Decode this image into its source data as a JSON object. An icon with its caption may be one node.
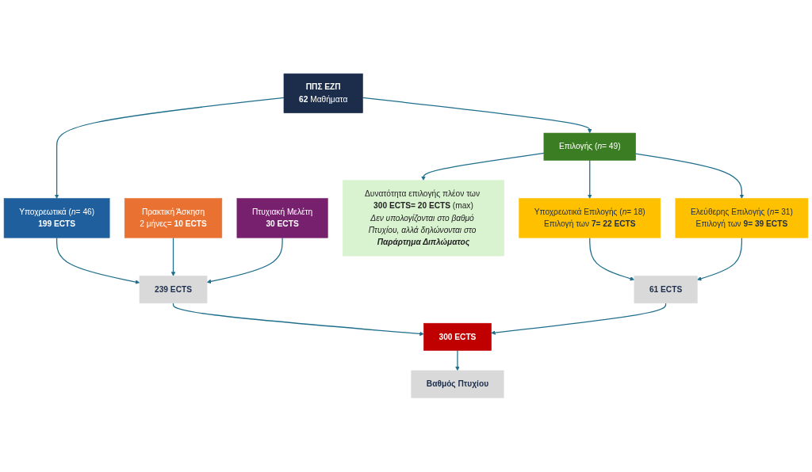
{
  "diagram": {
    "nodes": [
      {
        "text": [
          "ΠΠΣ ΕΖΠ",
          "**62** Μαθήματα"
        ]
      },
      {
        "text": [
          "Υποχρεωτικά (*n*= 46)",
          "199 ECTS"
        ]
      },
      {
        "text": [
          "Πρακτική Άσκηση",
          "2 μήνες= **10 ECTS**"
        ]
      },
      {
        "text": [
          "Πτυχιακή Μελέτη",
          "30 ECTS"
        ]
      },
      {
        "text": [
          "239 ECTS"
        ]
      },
      {
        "text": [
          "300 ECTS"
        ]
      },
      {
        "text": [
          "Βαθμός Πτυχίου"
        ]
      },
      {
        "text": [
          "61 ECTS"
        ]
      },
      {
        "text": [
          "Επιλογής (*n*= 49)"
        ]
      },
      {
        "text": [
          "Δυνατότητα επιλογής πλέον των **300 ECTS= 20 ECTS** (max)",
          "Δεν υπολογίζονται στο βαθμό Πτυχίου, αλλά δηλώνονται στο **Παράρτημα Διπλώματος**"
        ]
      },
      {
        "text": [
          "Υποχρεωτικά Επιλογής (*n*= 18)",
          "Επιλογή των **7= 22 ECTS**"
        ]
      },
      {
        "text": [
          "Ελεύθερης Επιλογής (*n*= 31)",
          "Επιλογή των **9= 39 ECTS**"
        ]
      }
    ],
    "edges": [
      {
        "from": 0,
        "to": 1,
        "arrow": "to"
      },
      {
        "from": 0,
        "to": 8,
        "arrow": "to"
      },
      {
        "from": 1,
        "to": 4,
        "arrow": "to"
      },
      {
        "from": 2,
        "to": 4,
        "arrow": "to"
      },
      {
        "from": 3,
        "to": 4,
        "arrow": "to"
      },
      {
        "from": 4,
        "to": 5,
        "arrow": "to"
      },
      {
        "from": 5,
        "to": 6,
        "arrow": "to"
      },
      {
        "from": 8,
        "to": 9,
        "arrow": "to"
      },
      {
        "from": 8,
        "to": 10,
        "arrow": "to"
      },
      {
        "from": 8,
        "to": 11,
        "arrow": "to"
      },
      {
        "from": 10,
        "to": 7,
        "arrow": "to"
      },
      {
        "from": 11,
        "to": 7,
        "arrow": "to"
      },
      {
        "from": 7,
        "to": 5,
        "arrow": "to"
      }
    ]
  }
}
